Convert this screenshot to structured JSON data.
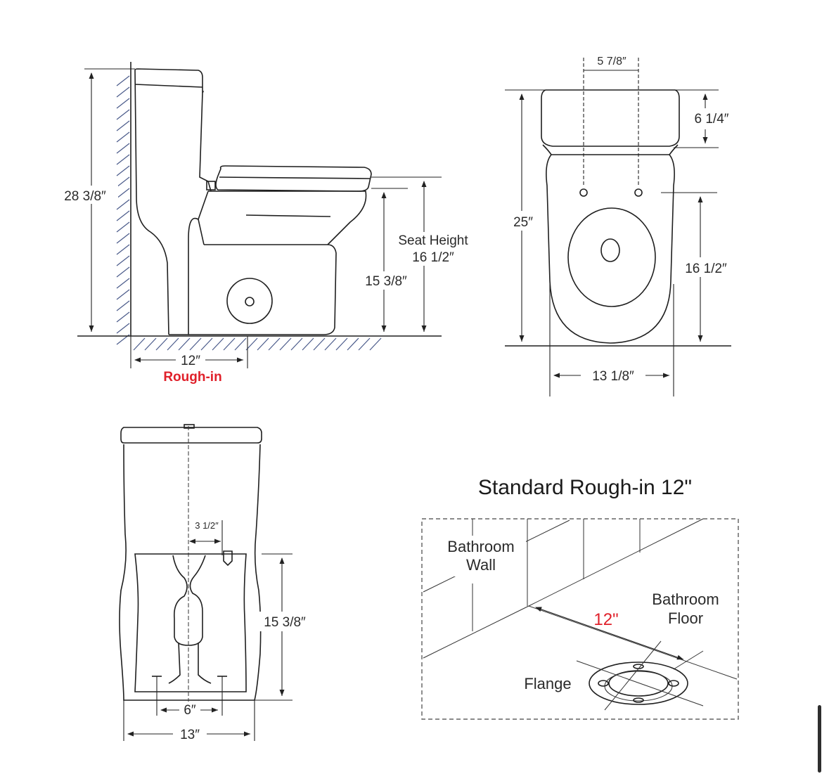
{
  "side_view": {
    "overall_height": "28 3/8″",
    "seat_height_label": "Seat Height",
    "seat_height_value": "16 1/2″",
    "bowl_height": "15 3/8″",
    "rough_in_dim": "12″",
    "rough_in_label": "Rough-in"
  },
  "front_view": {
    "bolt_spacing": "5 7/8″",
    "tank_height": "6 1/4″",
    "total_height": "25″",
    "bowl_height": "16 1/2″",
    "width": "13 1/8″"
  },
  "bottom_view": {
    "offset": "3 1/2″",
    "height": "15 3/8″",
    "bolt_spacing": "6″",
    "width": "13″"
  },
  "rough_in_panel": {
    "title": "Standard Rough-in 12\"",
    "wall_label_1": "Bathroom",
    "wall_label_2": "Wall",
    "floor_label_1": "Bathroom",
    "floor_label_2": "Floor",
    "distance": "12\"",
    "flange_label": "Flange"
  },
  "colors": {
    "accent_red": "#e0202a",
    "hatch": "#4a5a8a",
    "line": "#1f1f1f"
  }
}
